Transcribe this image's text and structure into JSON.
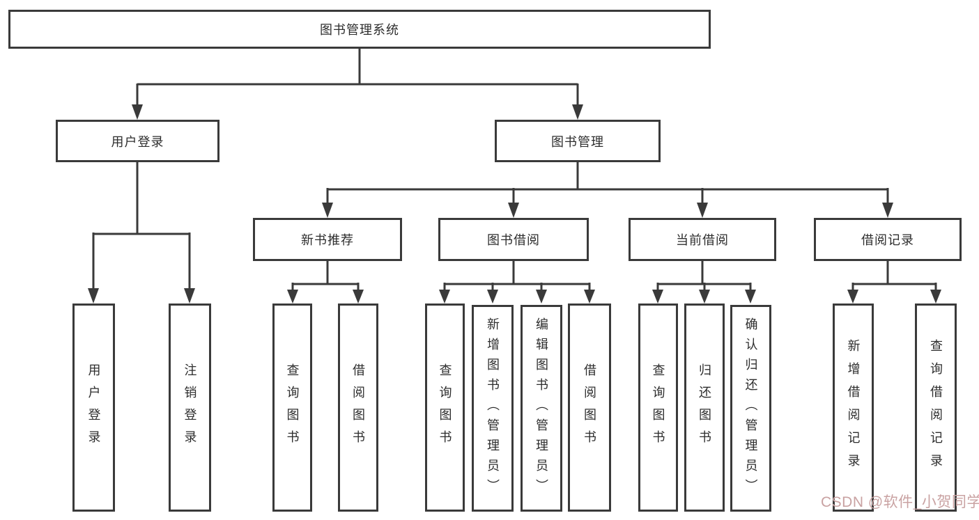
{
  "diagram": {
    "watermark": "CSDN @软件_小贺同学",
    "colors": {
      "border": "#3a3a3a",
      "text": "#2d2d2d",
      "background": "#ffffff",
      "watermark": "#c9a2a2"
    },
    "nodes": {
      "root": {
        "label": "图书管理系统"
      },
      "user_login_group": {
        "label": "用户登录"
      },
      "book_mgmt": {
        "label": "图书管理"
      },
      "login": {
        "label": "用户登录"
      },
      "logout": {
        "label": "注销登录"
      },
      "new_book_rec": {
        "label": "新书推荐"
      },
      "book_borrow": {
        "label": "图书借阅"
      },
      "current_borrow": {
        "label": "当前借阅"
      },
      "borrow_records": {
        "label": "借阅记录"
      },
      "nb_query_book": {
        "label": "查询图书"
      },
      "nb_borrow_book": {
        "label": "借阅图书"
      },
      "bb_query_book": {
        "label": "查询图书"
      },
      "bb_add_book": {
        "label": "新增图书（管理员）"
      },
      "bb_edit_book": {
        "label": "编辑图书（管理员）"
      },
      "bb_borrow_book": {
        "label": "借阅图书"
      },
      "cb_query_book": {
        "label": "查询图书"
      },
      "cb_return_book": {
        "label": "归还图书"
      },
      "cb_confirm_return": {
        "label": "确认归还（管理员）"
      },
      "br_add_record": {
        "label": "新增借阅记录"
      },
      "br_query_record": {
        "label": "查询借阅记录"
      }
    }
  }
}
